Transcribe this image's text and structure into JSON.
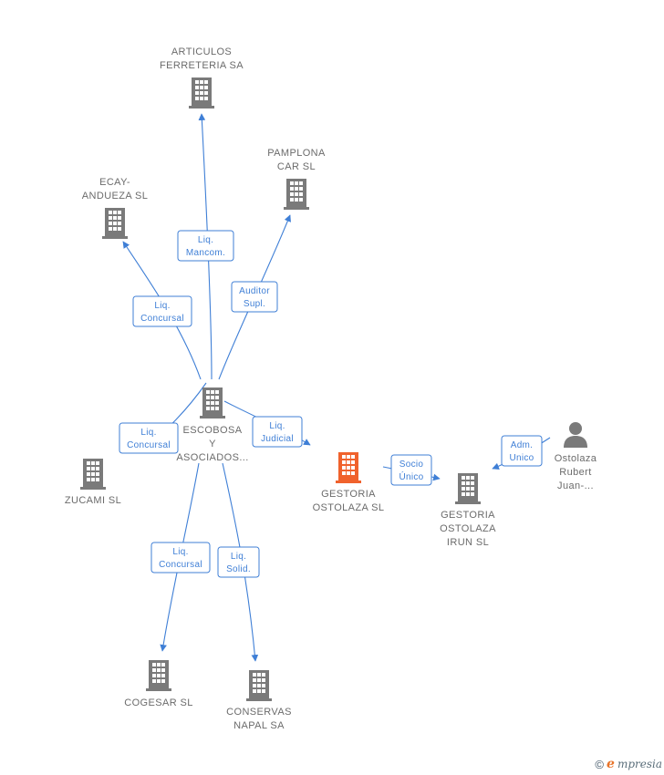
{
  "colors": {
    "accent": "#3f7fd6",
    "company": "#7a7a7a",
    "focus": "#f0622c",
    "person": "#7a7a7a",
    "label": "#6b6b6b"
  },
  "nodes": [
    {
      "id": "articulos",
      "icon": "building-icon",
      "lines": [
        "ARTICULOS",
        "FERRETERIA SA"
      ]
    },
    {
      "id": "pamplona",
      "icon": "building-icon",
      "lines": [
        "PAMPLONA",
        "CAR SL"
      ]
    },
    {
      "id": "ecay",
      "icon": "building-icon",
      "lines": [
        "ECAY-",
        "ANDUEZA SL"
      ]
    },
    {
      "id": "escobosa",
      "icon": "building-icon",
      "lines": [
        "ESCOBOSA",
        "Y",
        "ASOCIADOS..."
      ]
    },
    {
      "id": "zucami",
      "icon": "building-icon",
      "lines": [
        "ZUCAMI SL"
      ]
    },
    {
      "id": "gestoria",
      "icon": "building-icon",
      "focus": true,
      "lines": [
        "GESTORIA",
        "OSTOLAZA SL"
      ]
    },
    {
      "id": "gestoria_irun",
      "icon": "building-icon",
      "lines": [
        "GESTORIA",
        "OSTOLAZA",
        "IRUN SL"
      ]
    },
    {
      "id": "ostolaza",
      "icon": "person-icon",
      "lines": [
        "Ostolaza",
        "Rubert",
        "Juan-..."
      ]
    },
    {
      "id": "cogesar",
      "icon": "building-icon",
      "lines": [
        "COGESAR SL"
      ]
    },
    {
      "id": "conservas",
      "icon": "building-icon",
      "lines": [
        "CONSERVAS",
        "NAPAL SA"
      ]
    }
  ],
  "edges": [
    {
      "id": "e1",
      "from": "escobosa",
      "to": "articulos",
      "lines": [
        "Liq.",
        "Mancom."
      ]
    },
    {
      "id": "e2",
      "from": "escobosa",
      "to": "pamplona",
      "lines": [
        "Auditor",
        "Supl."
      ]
    },
    {
      "id": "e3",
      "from": "escobosa",
      "to": "ecay",
      "lines": [
        "Liq.",
        "Concursal"
      ]
    },
    {
      "id": "e4",
      "from": "escobosa",
      "to": "zucami",
      "lines": [
        "Liq.",
        "Concursal"
      ]
    },
    {
      "id": "e5",
      "from": "escobosa",
      "to": "gestoria",
      "lines": [
        "Liq.",
        "Judicial"
      ]
    },
    {
      "id": "e6",
      "from": "gestoria",
      "to": "gestoria_irun",
      "lines": [
        "Socio",
        "Único"
      ]
    },
    {
      "id": "e7",
      "from": "ostolaza",
      "to": "gestoria_irun",
      "lines": [
        "Adm.",
        "Unico"
      ]
    },
    {
      "id": "e8",
      "from": "escobosa",
      "to": "cogesar",
      "lines": [
        "Liq.",
        "Concursal"
      ]
    },
    {
      "id": "e9",
      "from": "escobosa",
      "to": "conservas",
      "lines": [
        "Liq.",
        "Solid."
      ]
    }
  ],
  "brand": {
    "copyright": "©",
    "first_letter": "e",
    "rest": "mpresia"
  }
}
